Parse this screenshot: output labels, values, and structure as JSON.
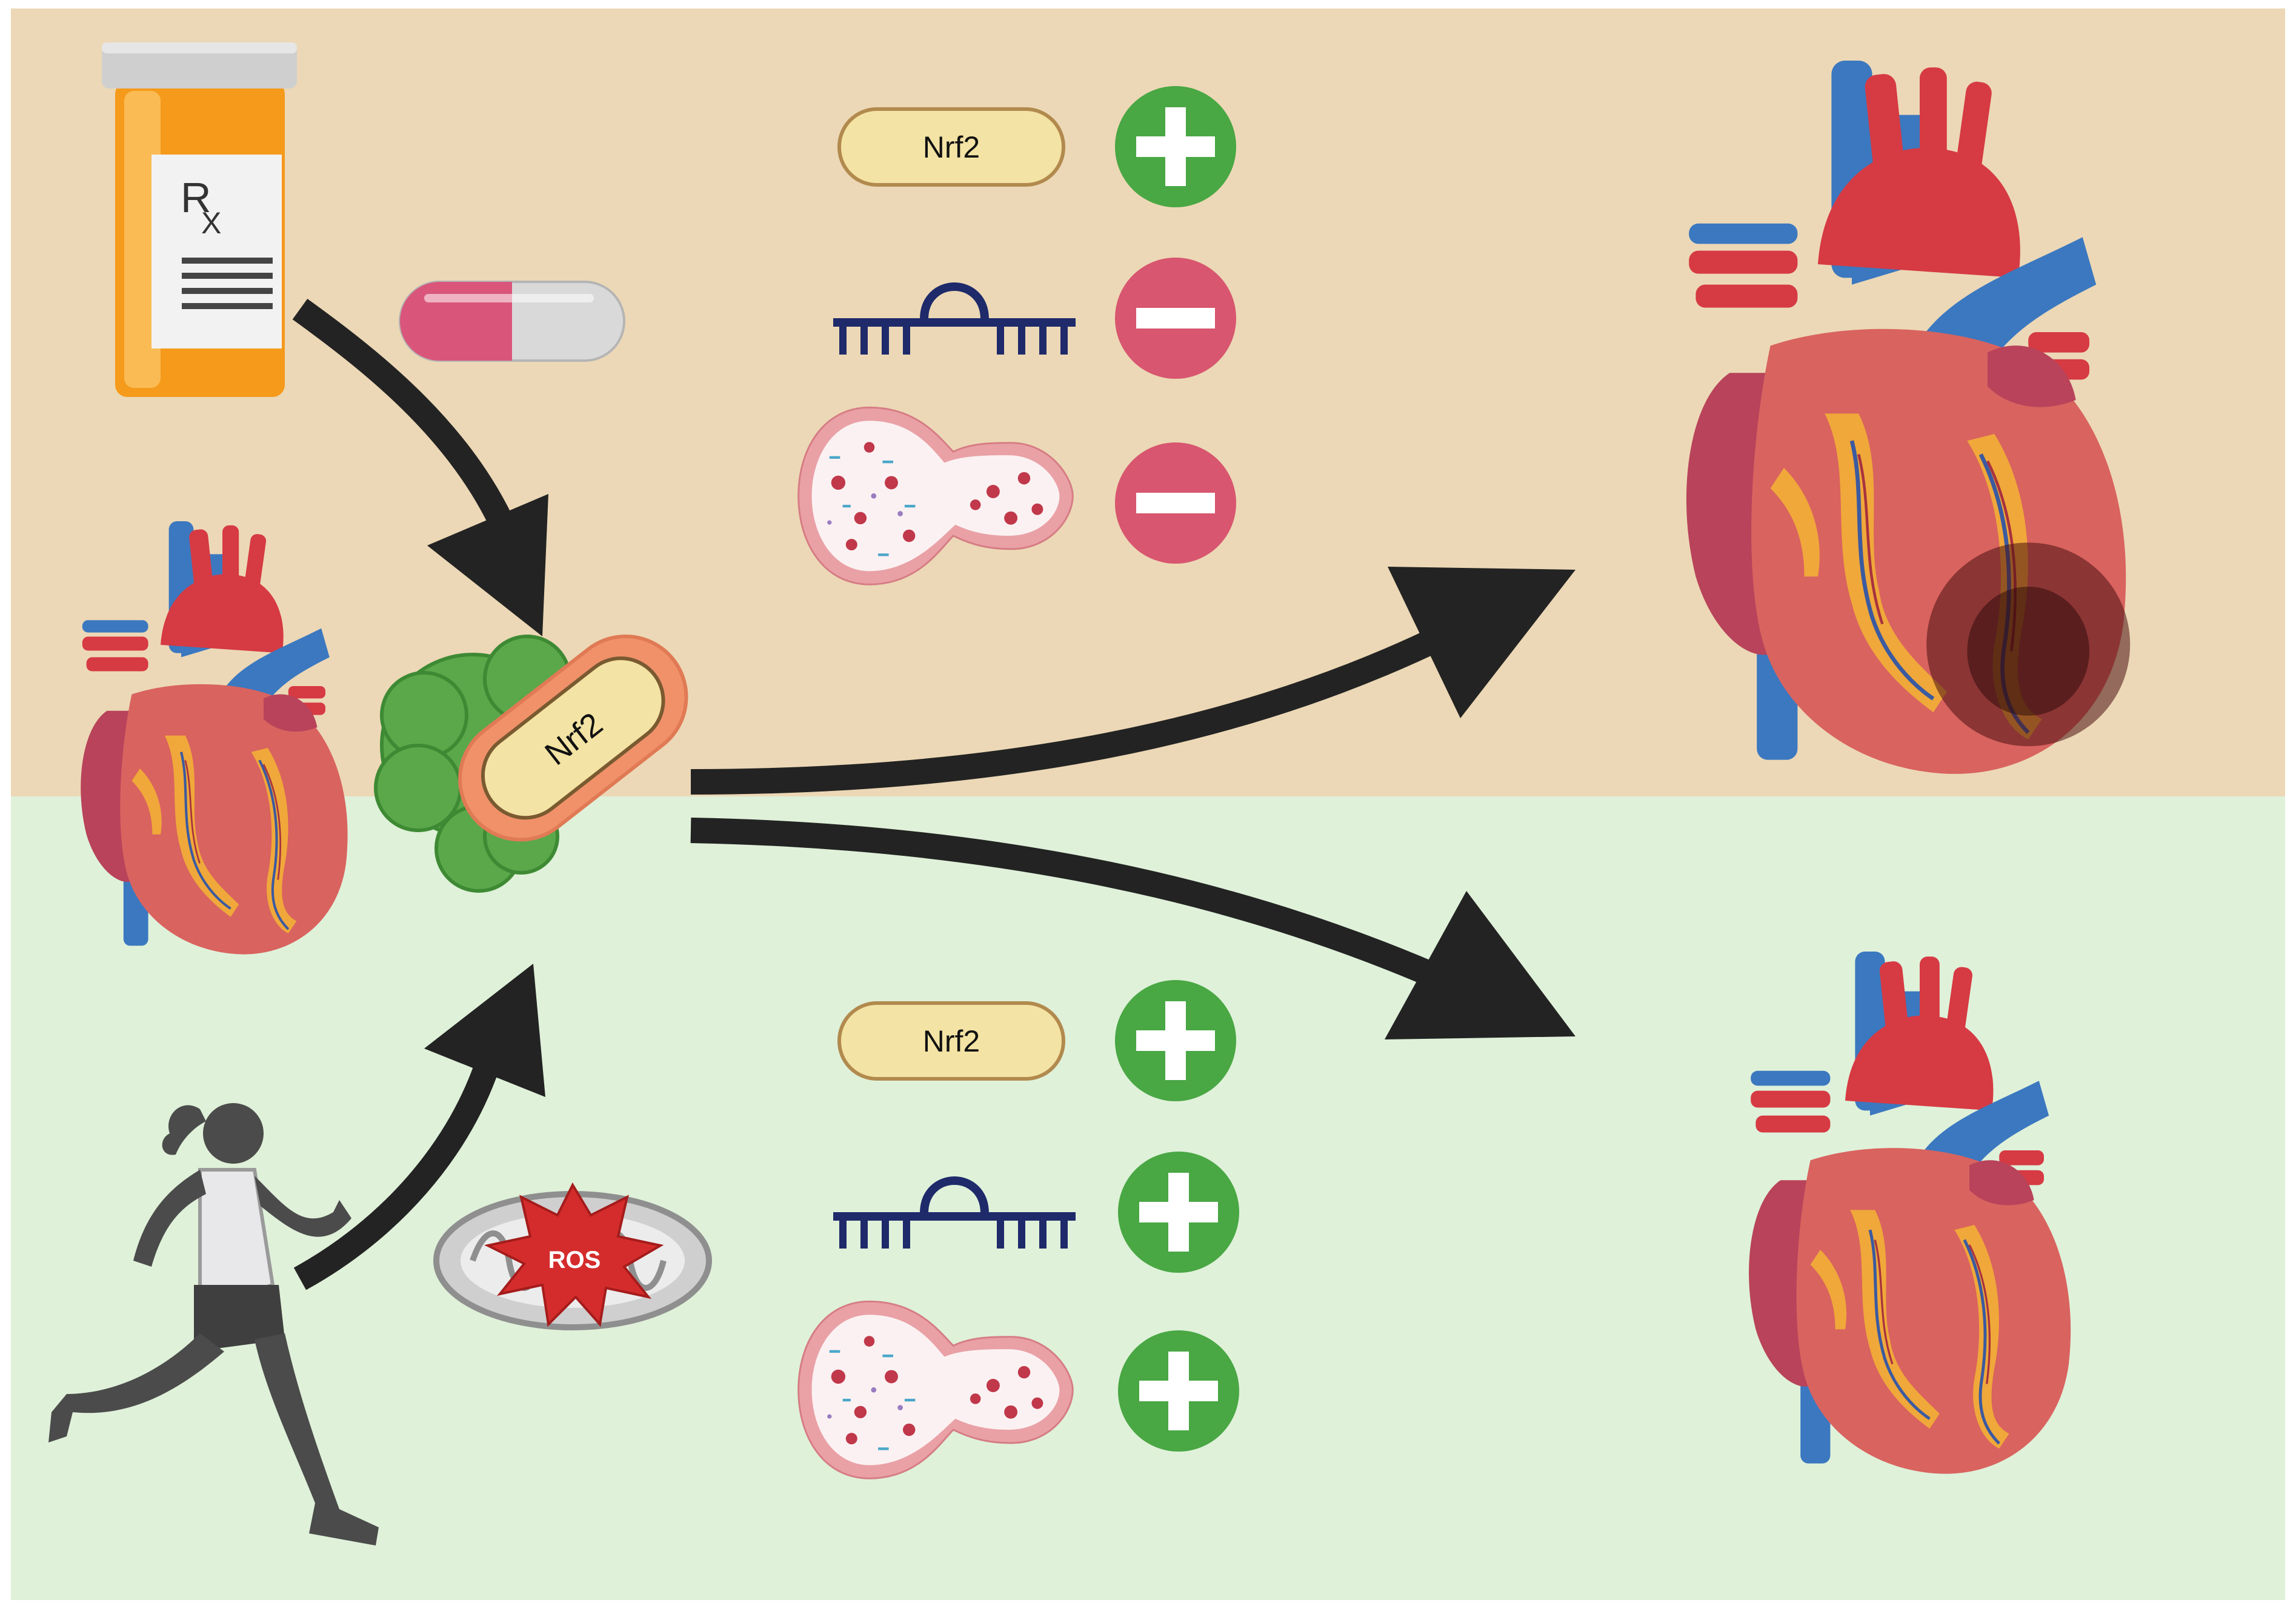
{
  "colors": {
    "top_panel": "#ecd8b6",
    "bottom_panel": "#dff1d9",
    "arrow": "#232323",
    "plus_bg": "#49a744",
    "minus_bg": "#d8566f",
    "nrf2_pill_fill": "#f3e3a4",
    "nrf2_pill_stroke": "#b28a4e",
    "rna": "#1e2a6a",
    "vein_blue": "#3b78c0",
    "artery_red": "#d63a43",
    "heart_body": "#d9635f",
    "fat_yellow": "#f0a83a",
    "infarct": "#4a1010"
  },
  "icons": {
    "drug_bottle": "prescription-bottle-icon",
    "capsule": "capsule-icon",
    "heart": "heart-icon",
    "runner": "running-woman-icon",
    "mitochondrion": "mitochondrion-icon",
    "rna": "rna-stem-loop-icon",
    "exosome": "exosome-icon",
    "plus": "plus-icon",
    "minus": "minus-icon"
  },
  "labels": {
    "rx": "R",
    "rx_sub": "X",
    "complex_nrf2": "Nrf2",
    "top_nrf2": "Nrf2",
    "bottom_nrf2": "Nrf2",
    "ros": "ROS"
  },
  "top_effects": [
    "plus",
    "minus",
    "minus"
  ],
  "bottom_effects": [
    "plus",
    "plus",
    "plus"
  ]
}
